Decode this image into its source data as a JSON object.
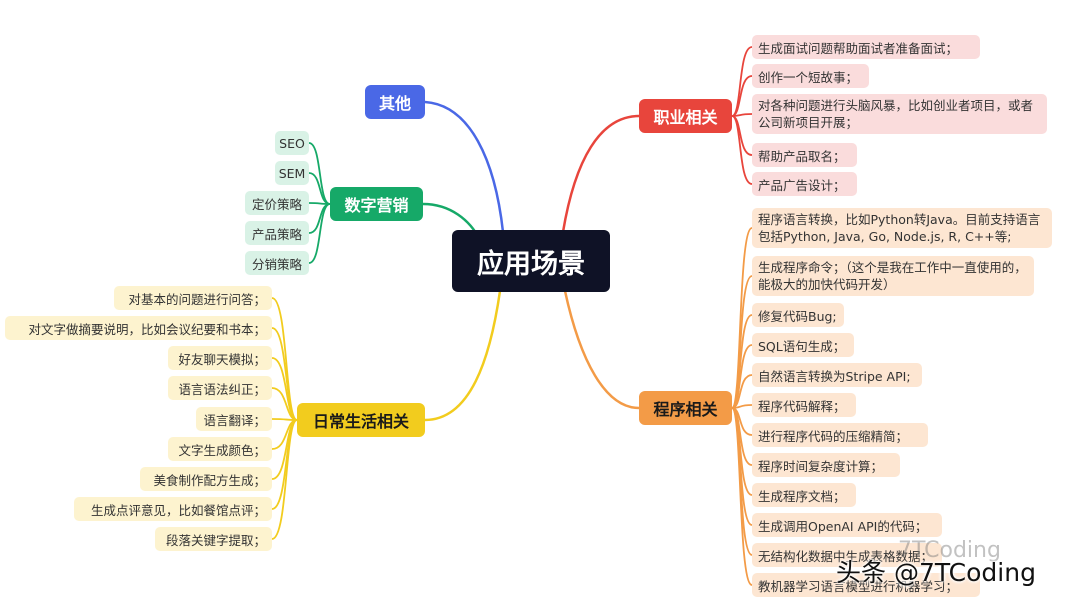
{
  "root": "应用场景",
  "branches": {
    "other": "其他",
    "career": "职业相关",
    "digital": "数字营销",
    "daily": "日常生活相关",
    "program": "程序相关"
  },
  "career_items": [
    "生成面试问题帮助面试者准备面试；",
    "创作一个短故事；",
    "对各种问题进行头脑风暴，比如创业者项目，或者公司新项目开展；",
    "帮助产品取名；",
    "产品广告设计；"
  ],
  "digital_items": [
    "SEO",
    "SEM",
    "定价策略",
    "产品策略",
    "分销策略"
  ],
  "daily_items": [
    "对基本的问题进行问答；",
    "对文字做摘要说明，比如会议纪要和书本；",
    "好友聊天模拟；",
    "语言语法纠正；",
    "语言翻译；",
    "文字生成颜色；",
    "美食制作配方生成；",
    "生成点评意见，比如餐馆点评；",
    "段落关键字提取；"
  ],
  "program_items": [
    "程序语言转换，比如Python转Java。目前支持语言包括Python, Java, Go, Node.js, R, C++等;",
    "生成程序命令；（这个是我在工作中一直使用的，能极大的加快代码开发）",
    "修复代码Bug;",
    "SQL语句生成；",
    "自然语言转换为Stripe API;",
    "程序代码解释；",
    "进行程序代码的压缩精简；",
    "程序时间复杂度计算；",
    "生成程序文档；",
    "生成调用OpenAI API的代码；",
    "无结构化数据中生成表格数据；",
    "教机器学习语言模型进行机器学习；"
  ],
  "watermark": "头条 @7TCoding",
  "watermark_faint": "7TCoding",
  "colors": {
    "other": "#4a68e6",
    "career": "#e8453c",
    "digital": "#16a968",
    "daily": "#f2cc1e",
    "program": "#f39b47",
    "root": "#0f1226"
  }
}
